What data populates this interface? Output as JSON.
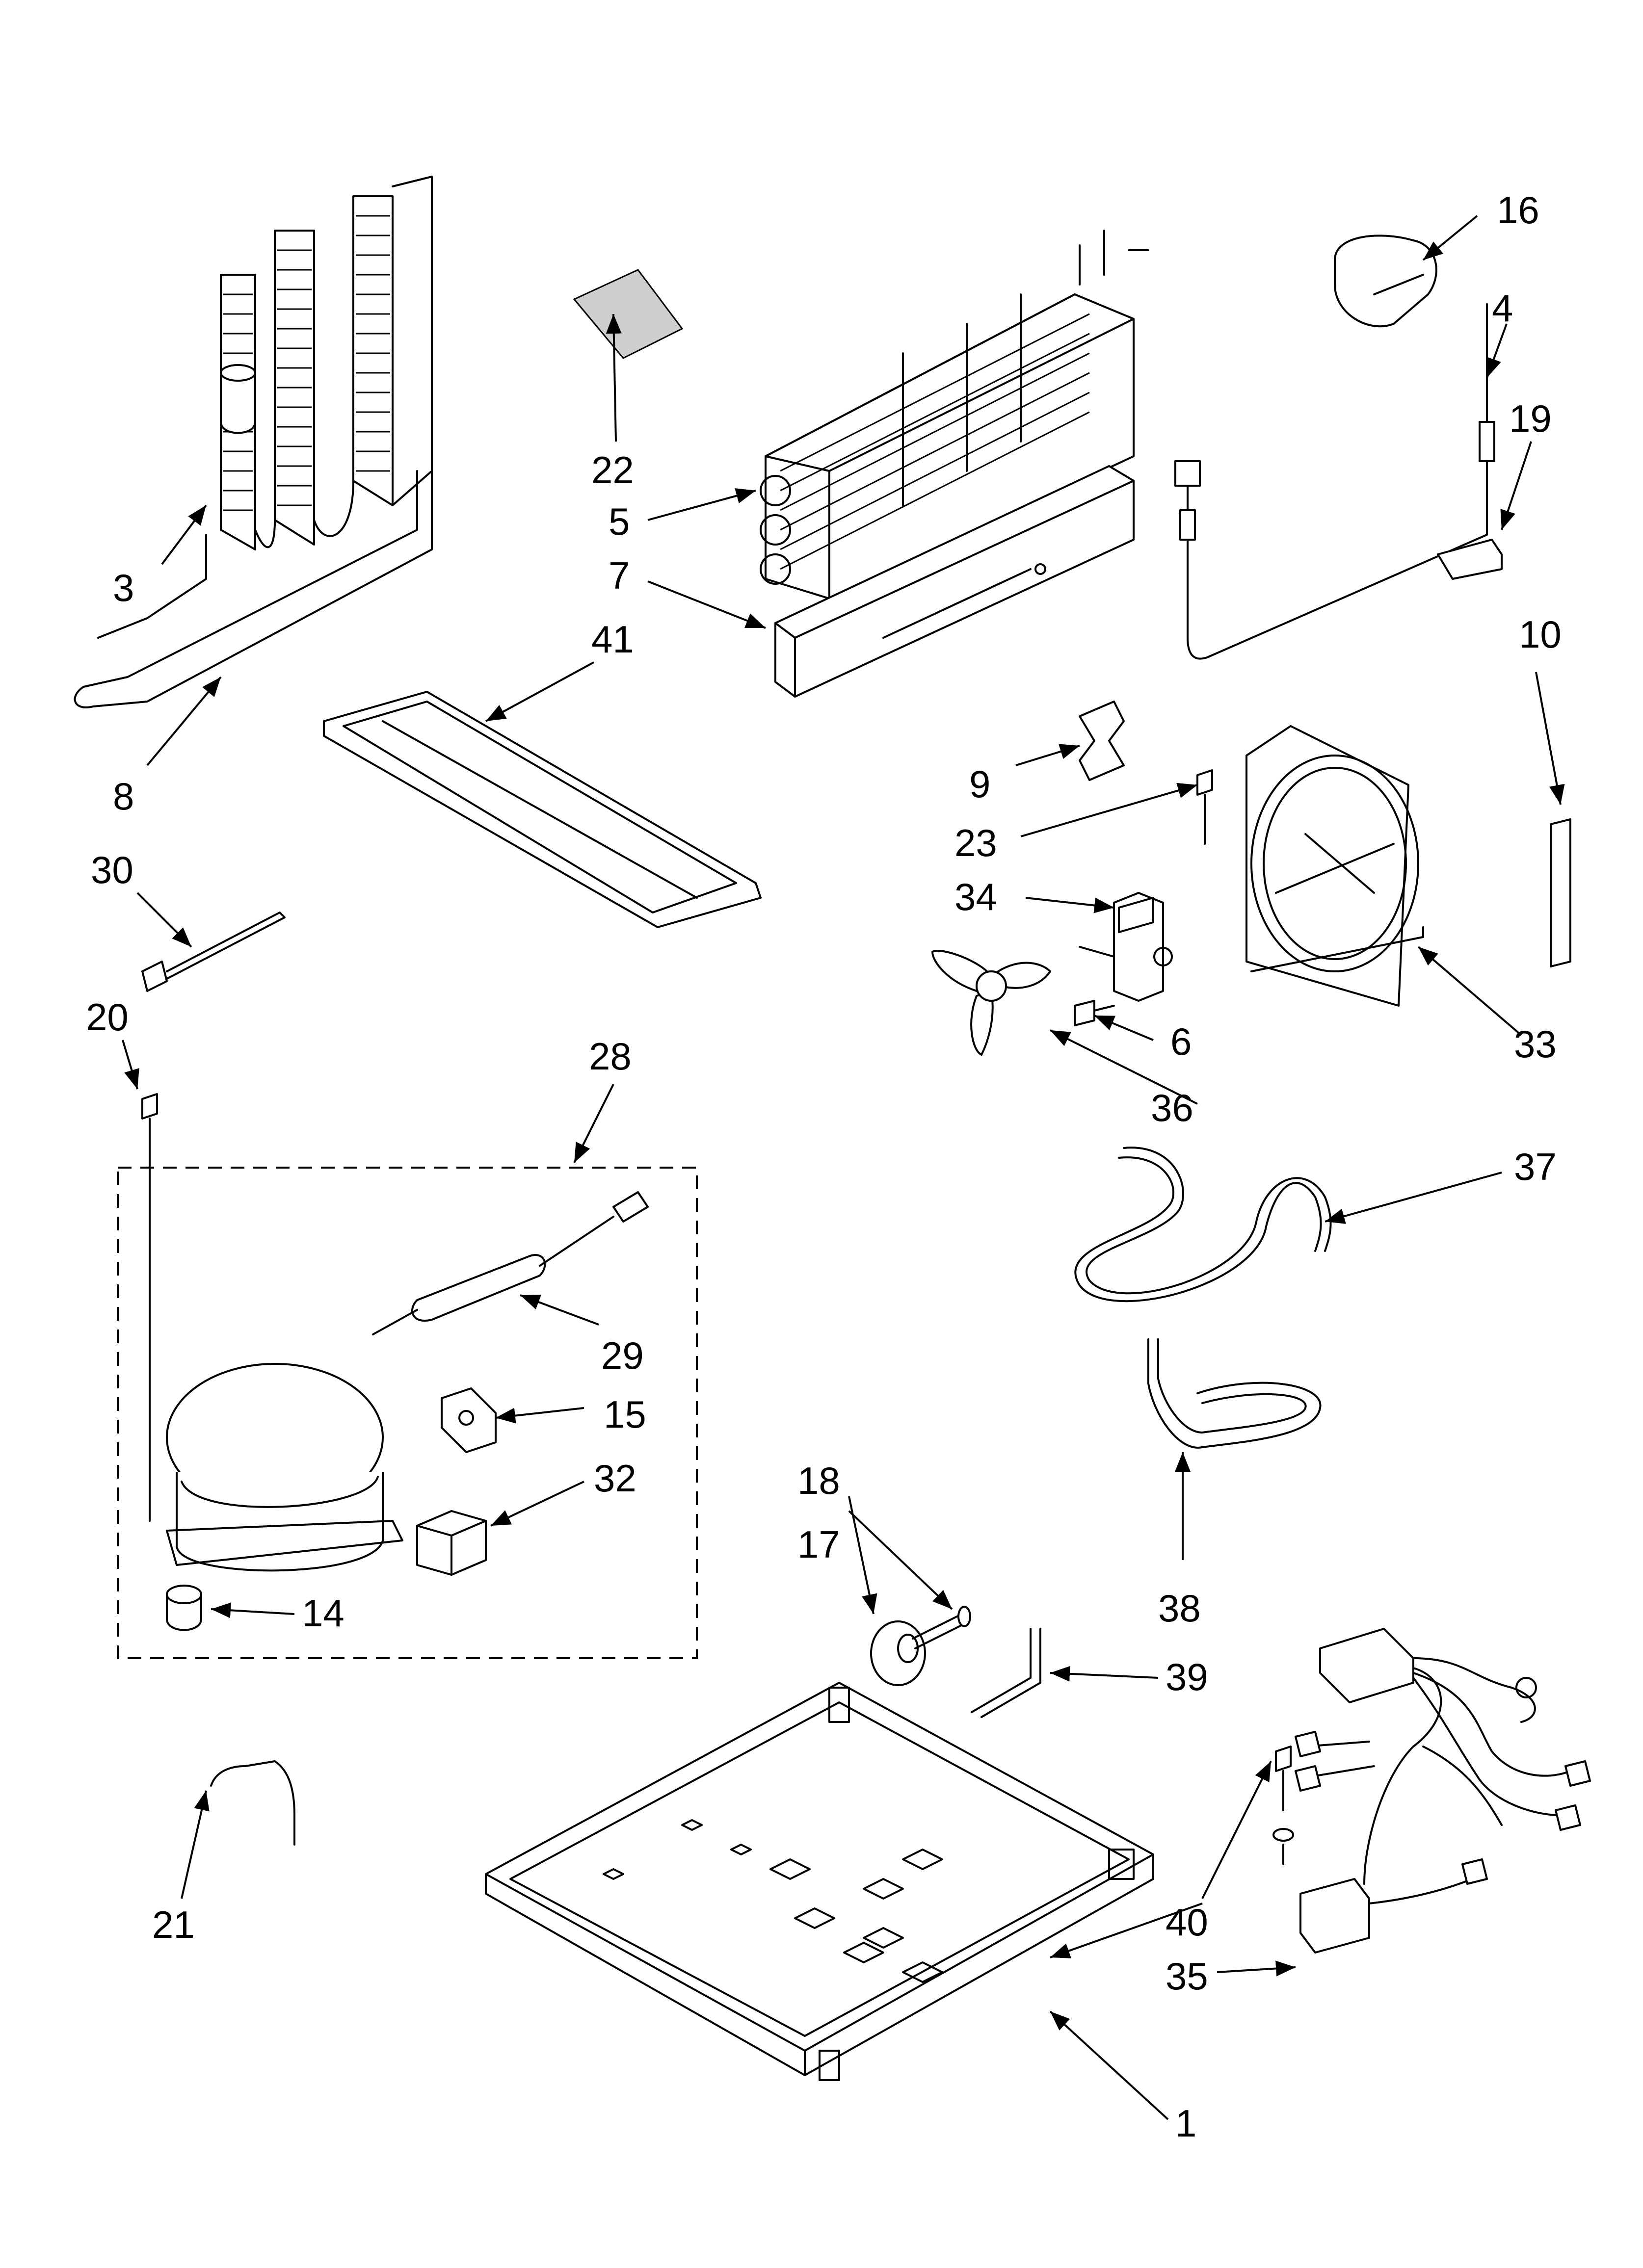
{
  "callouts": [
    {
      "key": "c1",
      "number": "1"
    },
    {
      "key": "c3",
      "number": "3"
    },
    {
      "key": "c4",
      "number": "4"
    },
    {
      "key": "c5",
      "number": "5"
    },
    {
      "key": "c6",
      "number": "6"
    },
    {
      "key": "c7",
      "number": "7"
    },
    {
      "key": "c8",
      "number": "8"
    },
    {
      "key": "c9",
      "number": "9"
    },
    {
      "key": "c10",
      "number": "10"
    },
    {
      "key": "c14",
      "number": "14"
    },
    {
      "key": "c15",
      "number": "15"
    },
    {
      "key": "c16",
      "number": "16"
    },
    {
      "key": "c17",
      "number": "17"
    },
    {
      "key": "c18",
      "number": "18"
    },
    {
      "key": "c19",
      "number": "19"
    },
    {
      "key": "c20",
      "number": "20"
    },
    {
      "key": "c21",
      "number": "21"
    },
    {
      "key": "c22",
      "number": "22"
    },
    {
      "key": "c23",
      "number": "23"
    },
    {
      "key": "c28",
      "number": "28"
    },
    {
      "key": "c29",
      "number": "29"
    },
    {
      "key": "c30",
      "number": "30"
    },
    {
      "key": "c32",
      "number": "32"
    },
    {
      "key": "c33",
      "number": "33"
    },
    {
      "key": "c34",
      "number": "34"
    },
    {
      "key": "c35",
      "number": "35"
    },
    {
      "key": "c36",
      "number": "36"
    },
    {
      "key": "c37",
      "number": "37"
    },
    {
      "key": "c38",
      "number": "38"
    },
    {
      "key": "c39",
      "number": "39"
    },
    {
      "key": "c40",
      "number": "40"
    },
    {
      "key": "c41",
      "number": "41"
    }
  ]
}
